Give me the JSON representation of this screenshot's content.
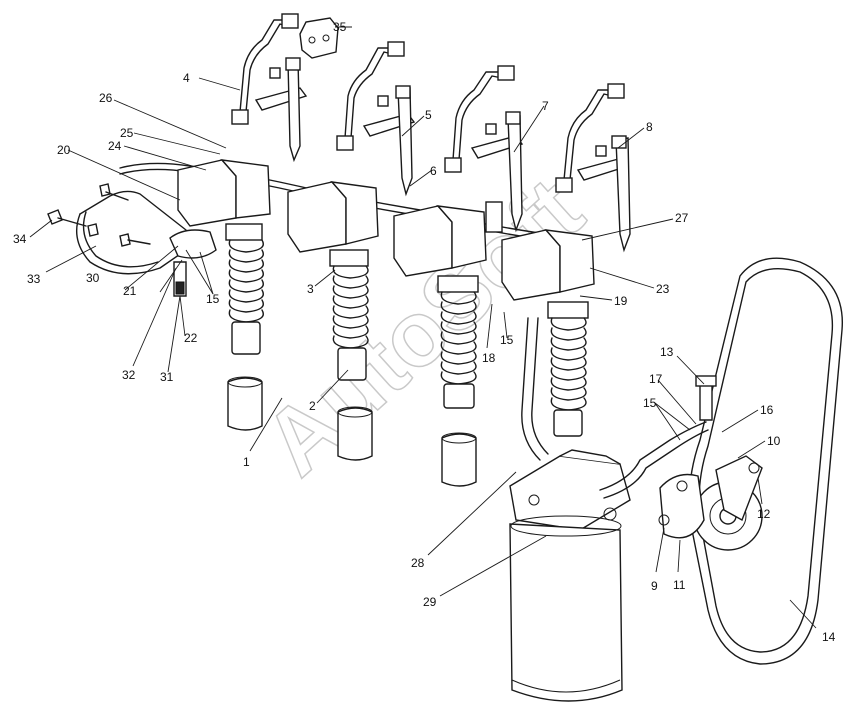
{
  "watermark": "AutoSoft",
  "callouts": [
    {
      "id": "1",
      "label": "1"
    },
    {
      "id": "2",
      "label": "2"
    },
    {
      "id": "3",
      "label": "3"
    },
    {
      "id": "4",
      "label": "4"
    },
    {
      "id": "5",
      "label": "5"
    },
    {
      "id": "6",
      "label": "6"
    },
    {
      "id": "7",
      "label": "7"
    },
    {
      "id": "8",
      "label": "8"
    },
    {
      "id": "9",
      "label": "9"
    },
    {
      "id": "10",
      "label": "10"
    },
    {
      "id": "11",
      "label": "11"
    },
    {
      "id": "12",
      "label": "12"
    },
    {
      "id": "13",
      "label": "13"
    },
    {
      "id": "14",
      "label": "14"
    },
    {
      "id": "15a",
      "label": "15"
    },
    {
      "id": "15b",
      "label": "15"
    },
    {
      "id": "15c",
      "label": "15"
    },
    {
      "id": "16",
      "label": "16"
    },
    {
      "id": "17",
      "label": "17"
    },
    {
      "id": "18",
      "label": "18"
    },
    {
      "id": "19",
      "label": "19"
    },
    {
      "id": "20",
      "label": "20"
    },
    {
      "id": "21",
      "label": "21"
    },
    {
      "id": "22",
      "label": "22"
    },
    {
      "id": "23",
      "label": "23"
    },
    {
      "id": "24",
      "label": "24"
    },
    {
      "id": "25",
      "label": "25"
    },
    {
      "id": "26",
      "label": "26"
    },
    {
      "id": "27",
      "label": "27"
    },
    {
      "id": "28",
      "label": "28"
    },
    {
      "id": "29",
      "label": "29"
    },
    {
      "id": "30",
      "label": "30"
    },
    {
      "id": "31",
      "label": "31"
    },
    {
      "id": "32",
      "label": "32"
    },
    {
      "id": "33",
      "label": "33"
    },
    {
      "id": "34",
      "label": "34"
    },
    {
      "id": "35",
      "label": "35"
    }
  ]
}
